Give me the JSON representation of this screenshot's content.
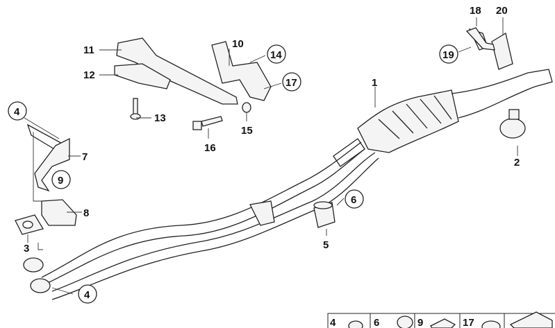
{
  "diagram": {
    "part_labels": {
      "p1": "1",
      "p2": "2",
      "p3": "3",
      "p4a": "4",
      "p4b": "4",
      "p5": "5",
      "p6": "6",
      "p7": "7",
      "p8": "8",
      "p9": "9",
      "p10": "10",
      "p11": "11",
      "p12": "12",
      "p13": "13",
      "p14": "14",
      "p15": "15",
      "p16": "16",
      "p17": "17",
      "p18": "18",
      "p19": "19",
      "p20": "20"
    },
    "legend_strip": [
      "4",
      "6",
      "9",
      "17"
    ]
  }
}
